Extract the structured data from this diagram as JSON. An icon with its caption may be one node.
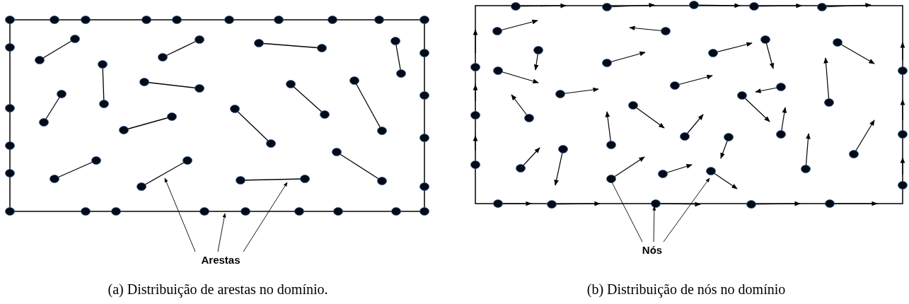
{
  "diagram": {
    "nodes": [
      {
        "text": [
          "Arestas"
        ]
      },
      {
        "text": [
          "Nós"
        ]
      }
    ],
    "edges": [
      {
        "from": 0,
        "to": null,
        "arrow": "to"
      },
      {
        "from": 0,
        "to": null,
        "arrow": "to"
      },
      {
        "from": 0,
        "to": null,
        "arrow": "to"
      },
      {
        "from": 1,
        "to": null,
        "arrow": "to"
      },
      {
        "from": 1,
        "to": null,
        "arrow": "to"
      },
      {
        "from": 1,
        "to": null,
        "arrow": "to"
      }
    ],
    "labels": [
      "(a) Distribuição de arestas no domínio.",
      "(b) Distribuição de nós no domínio"
    ]
  }
}
